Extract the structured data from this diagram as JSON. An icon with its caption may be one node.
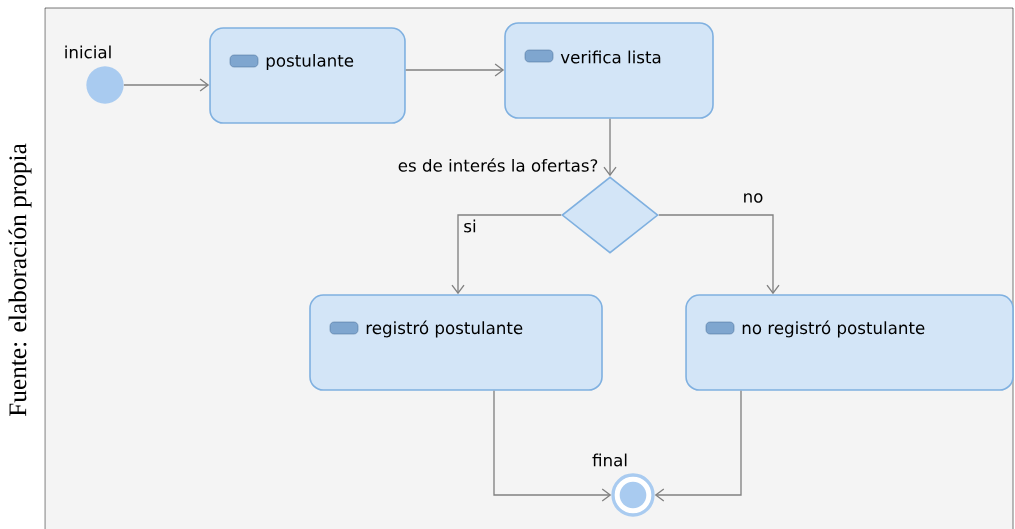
{
  "diagram": {
    "nodes": [
      {
        "text": [
          "inicial"
        ]
      },
      {
        "text": [
          "postulante"
        ]
      },
      {
        "text": [
          "verifica lista"
        ]
      },
      {
        "text": [
          "es de interés la ofertas?"
        ]
      },
      {
        "text": [
          "registró postulante"
        ]
      },
      {
        "text": [
          "no registró postulante"
        ]
      },
      {
        "text": [
          "final"
        ]
      }
    ],
    "edges": [
      {
        "from": 0,
        "to": 1,
        "arrow": "to"
      },
      {
        "from": 1,
        "to": 2,
        "arrow": "to"
      },
      {
        "from": 2,
        "to": 3,
        "arrow": "to"
      },
      {
        "from": 3,
        "to": 4,
        "label": "si",
        "arrow": "to"
      },
      {
        "from": 3,
        "to": 5,
        "label": "no",
        "arrow": "to"
      },
      {
        "from": 4,
        "to": 6,
        "arrow": "to"
      },
      {
        "from": 5,
        "to": 6,
        "arrow": "to"
      }
    ],
    "labels": [
      "Fuente: elaboración propia"
    ]
  }
}
